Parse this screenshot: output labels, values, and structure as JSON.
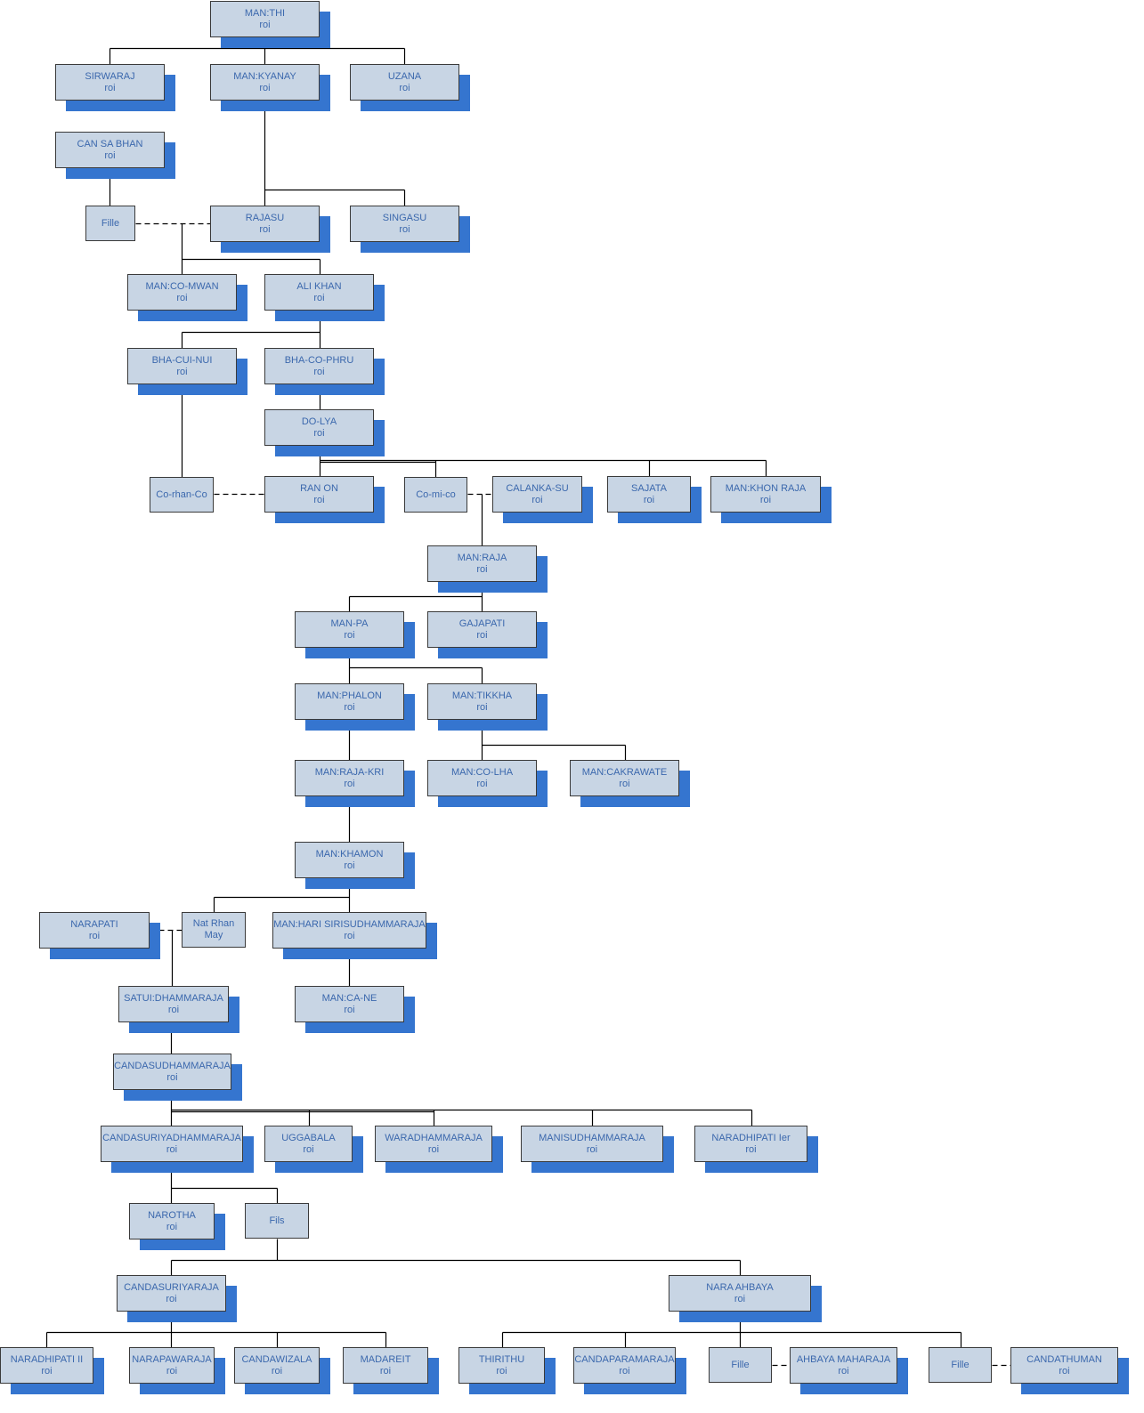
{
  "colors": {
    "box_fill": "#c8d5e4",
    "shadow": "#3575cf",
    "text": "#3b68ad",
    "line": "#000000"
  },
  "nodes": [
    {
      "name": "MAN:THI",
      "title": "roi"
    },
    {
      "name": "SIRWARAJ",
      "title": "roi"
    },
    {
      "name": "MAN:KYANAY",
      "title": "roi"
    },
    {
      "name": "UZANA",
      "title": "roi"
    },
    {
      "name": "CAN SA BHAN",
      "title": "roi"
    },
    {
      "name": "Fille",
      "title": null
    },
    {
      "name": "RAJASU",
      "title": "roi"
    },
    {
      "name": "SINGASU",
      "title": "roi"
    },
    {
      "name": "MAN:CO-MWAN",
      "title": "roi"
    },
    {
      "name": "ALI KHAN",
      "title": "roi"
    },
    {
      "name": "BHA-CUI-NUI",
      "title": "roi"
    },
    {
      "name": "BHA-CO-PHRU",
      "title": "roi"
    },
    {
      "name": "DO-LYA",
      "title": "roi"
    },
    {
      "name": "Co-rhan-Co",
      "title": null
    },
    {
      "name": "RAN ON",
      "title": "roi"
    },
    {
      "name": "Co-mi-co",
      "title": null
    },
    {
      "name": "CALANKA-SU",
      "title": "roi"
    },
    {
      "name": "SAJATA",
      "title": "roi"
    },
    {
      "name": "MAN:KHON RAJA",
      "title": "roi"
    },
    {
      "name": "MAN:RAJA",
      "title": "roi"
    },
    {
      "name": "MAN-PA",
      "title": "roi"
    },
    {
      "name": "GAJAPATI",
      "title": "roi"
    },
    {
      "name": "MAN:PHALON",
      "title": "roi"
    },
    {
      "name": "MAN:TIKKHA",
      "title": "roi"
    },
    {
      "name": "MAN:RAJA-KRI",
      "title": "roi"
    },
    {
      "name": "MAN:CO-LHA",
      "title": "roi"
    },
    {
      "name": "MAN:CAKRAWATE",
      "title": "roi"
    },
    {
      "name": "MAN:KHAMON",
      "title": "roi"
    },
    {
      "name": "NARAPATI",
      "title": "roi"
    },
    {
      "name": "Nat Rhan",
      "title": "May"
    },
    {
      "name": "MAN:HARI SIRISUDHAMMARAJA",
      "title": "roi"
    },
    {
      "name": "SATUI:DHAMMARAJA",
      "title": "roi"
    },
    {
      "name": "MAN:CA-NE",
      "title": "roi"
    },
    {
      "name": "CANDASUDHAMMARAJA",
      "title": "roi"
    },
    {
      "name": "CANDASURIYADHAMMARAJA",
      "title": "roi"
    },
    {
      "name": "UGGABALA",
      "title": "roi"
    },
    {
      "name": "WARADHAMMARAJA",
      "title": "roi"
    },
    {
      "name": "MANISUDHAMMARAJA",
      "title": "roi"
    },
    {
      "name": "NARADHIPATI Ier",
      "title": "roi"
    },
    {
      "name": "NAROTHA",
      "title": "roi"
    },
    {
      "name": "Fils",
      "title": null
    },
    {
      "name": "CANDASURIYARAJA",
      "title": "roi"
    },
    {
      "name": "NARA AHBAYA",
      "title": "roi"
    },
    {
      "name": "NARADHIPATI II",
      "title": "roi"
    },
    {
      "name": "NARAPAWARAJA",
      "title": "roi"
    },
    {
      "name": "CANDAWIZALA",
      "title": "roi"
    },
    {
      "name": "MADAREIT",
      "title": "roi"
    },
    {
      "name": "THIRITHU",
      "title": "roi"
    },
    {
      "name": "CANDAPARAMARAJA",
      "title": "roi"
    },
    {
      "name": "Fille",
      "title": null
    },
    {
      "name": "AHBAYA MAHARAJA",
      "title": "roi"
    },
    {
      "name": "Fille",
      "title": null
    },
    {
      "name": "CANDATHUMAN",
      "title": "roi"
    }
  ]
}
